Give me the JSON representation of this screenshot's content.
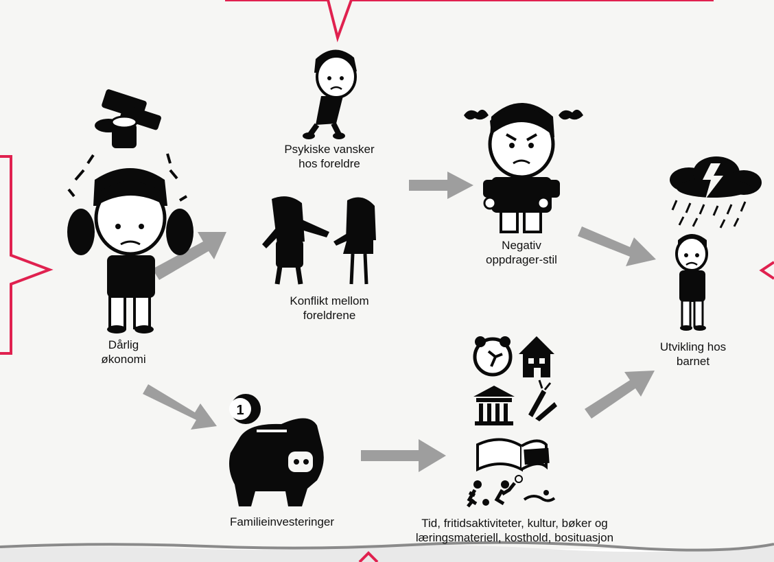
{
  "colors": {
    "frame": "#e0214f",
    "arrow": "#9e9e9e",
    "ink": "#0a0a0a",
    "paper": "#f7f7f5"
  },
  "nodes": {
    "darlig_okonomi": {
      "line1": "Dårlig",
      "line2": "økonomi",
      "icon": "stressed-man-with-money-icon"
    },
    "psykiske_vansker": {
      "line1": "Psykiske vansker",
      "line2": "hos foreldre",
      "icon": "sad-leaning-man-icon"
    },
    "konflikt": {
      "line1": "Konflikt mellom",
      "line2": "foreldrene",
      "icon": "arguing-couple-icon"
    },
    "negativ": {
      "line1": "Negativ",
      "line2": "oppdrager-stil",
      "icon": "angry-man-icon"
    },
    "utvikling": {
      "line1": "Utvikling hos",
      "line2": "barnet",
      "icon": "child-under-raincloud-icon"
    },
    "familieinvesteringer": {
      "line1": "Familieinvesteringer",
      "icon": "piggy-bank-with-coin-icon"
    },
    "tid": {
      "line1": "Tid, fritidsaktiviteter, kultur, bøker og",
      "line2": "læringsmateriell, kosthold, bosituasjon",
      "icon": "activities-icon-grid"
    }
  }
}
